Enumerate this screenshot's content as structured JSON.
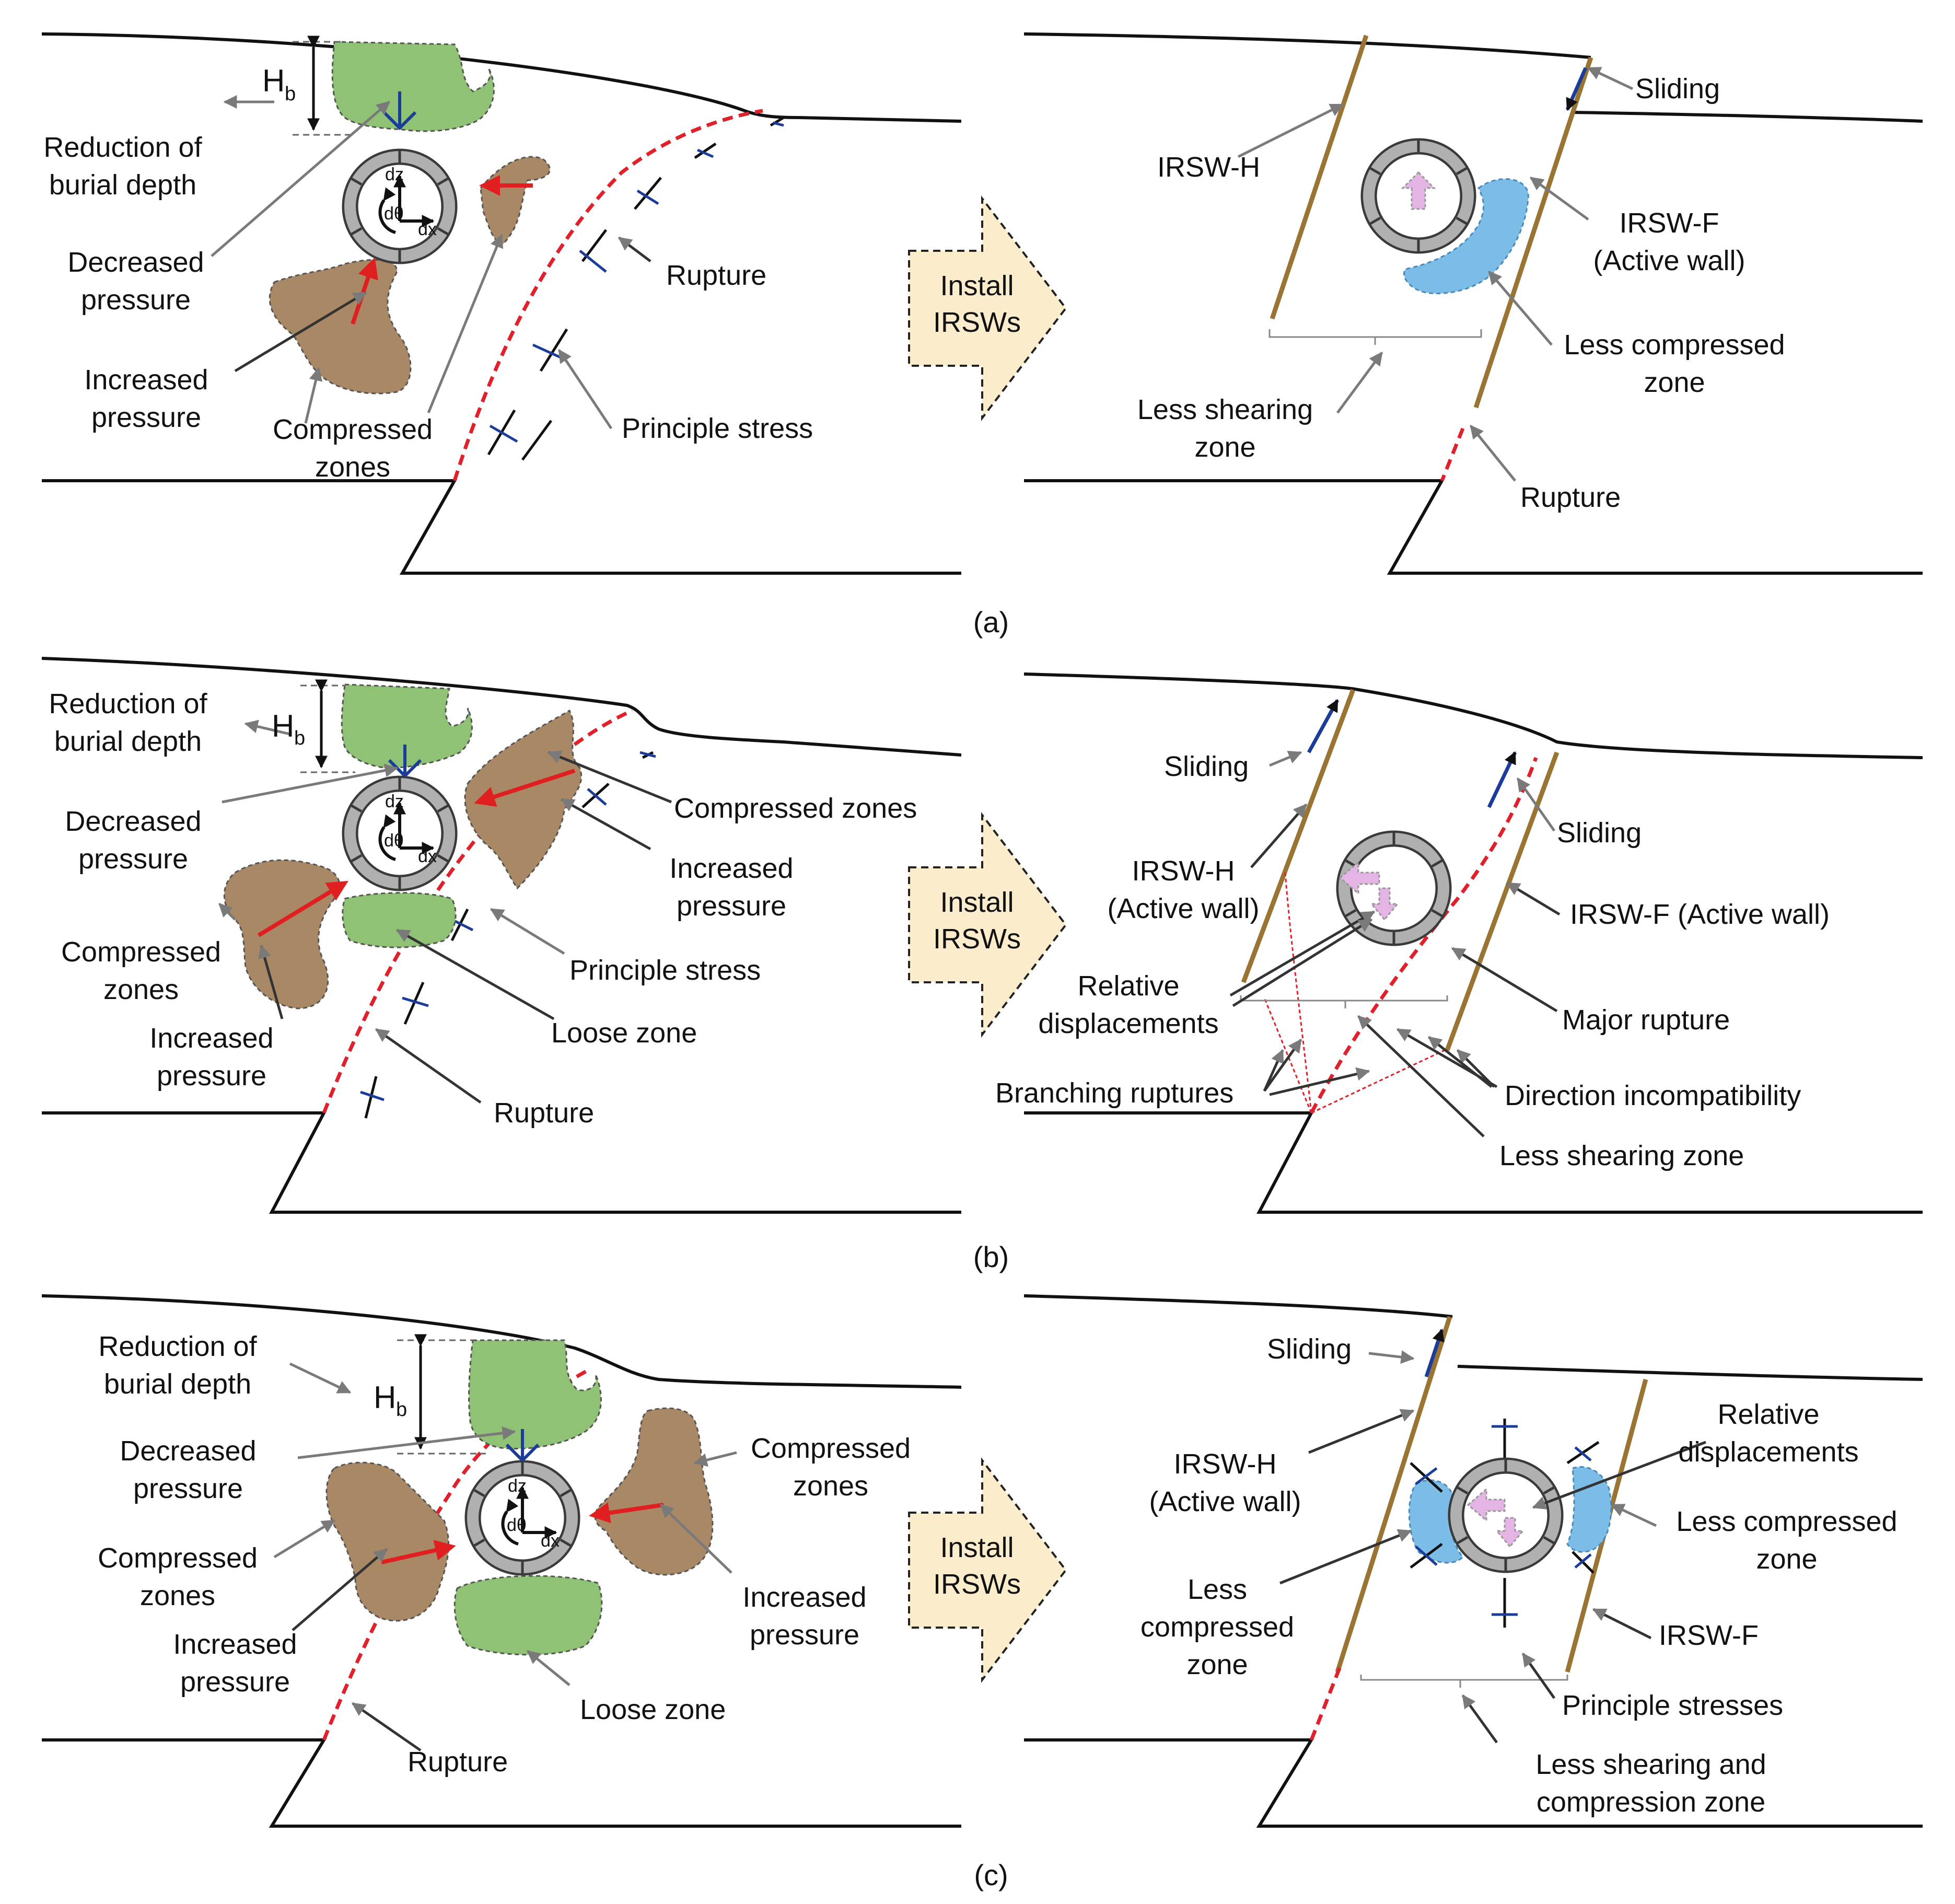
{
  "colors": {
    "rupture": "#e0202a",
    "wall": "#9a7432",
    "sliding": "#1c3c9a",
    "compressed": "#a98866",
    "reduced": "#8fc275",
    "less_compressed": "#7cbde8",
    "arrow_fill": "#fbeccb",
    "red_arrow": "#e02020",
    "blue_arrow": "#1c3c9a",
    "displacement": "#e4b4e4",
    "pipe": "#b0b0b0"
  },
  "panels": {
    "a": {
      "caption": "(a)",
      "left": {
        "hb_symbol": "H",
        "hb_subscript": "b",
        "reduction_line1": "Reduction of",
        "reduction_line2": "burial depth",
        "decreased_line1": "Decreased",
        "decreased_line2": "pressure",
        "increased_line1": "Increased",
        "increased_line2": "pressure",
        "compressed_line1": "Compressed",
        "compressed_line2": "zones",
        "rupture": "Rupture",
        "principle_stress": "Principle stress"
      },
      "arrow": {
        "line1": "Install",
        "line2": "IRSWs"
      },
      "right": {
        "sliding": "Sliding",
        "irsw_h": "IRSW-H",
        "irsw_f_line1": "IRSW-F",
        "irsw_f_line2": "(Active wall)",
        "less_compressed_line1": "Less compressed",
        "less_compressed_line2": "zone",
        "less_shearing_line1": "Less shearing",
        "less_shearing_line2": "zone",
        "rupture": "Rupture"
      }
    },
    "b": {
      "caption": "(b)",
      "left": {
        "hb_symbol": "H",
        "hb_subscript": "b",
        "reduction_line1": "Reduction of",
        "reduction_line2": "burial depth",
        "decreased_line1": "Decreased",
        "decreased_line2": "pressure",
        "compressed_zones": "Compressed zones",
        "increased_r_line1": "Increased",
        "increased_r_line2": "pressure",
        "compressed_l_line1": "Compressed",
        "compressed_l_line2": "zones",
        "principle_stress": "Principle stress",
        "increased_l_line1": "Increased",
        "increased_l_line2": "pressure",
        "loose_zone": "Loose zone",
        "rupture": "Rupture"
      },
      "arrow": {
        "line1": "Install",
        "line2": "IRSWs"
      },
      "right": {
        "sliding_left": "Sliding",
        "sliding_right": "Sliding",
        "irsw_h_line1": "IRSW-H",
        "irsw_h_line2": "(Active wall)",
        "irsw_f": "IRSW-F (Active wall)",
        "relative_line1": "Relative",
        "relative_line2": "displacements",
        "major_rupture": "Major rupture",
        "branching": "Branching ruptures",
        "direction": "Direction incompatibility",
        "less_shearing": "Less shearing zone"
      }
    },
    "c": {
      "caption": "(c)",
      "left": {
        "hb_symbol": "H",
        "hb_subscript": "b",
        "reduction_line1": "Reduction of",
        "reduction_line2": "burial depth",
        "decreased_line1": "Decreased",
        "decreased_line2": "pressure",
        "compressed_r_line1": "Compressed",
        "compressed_r_line2": "zones",
        "compressed_l_line1": "Compressed",
        "compressed_l_line2": "zones",
        "increased_r_line1": "Increased",
        "increased_r_line2": "pressure",
        "increased_l_line1": "Increased",
        "increased_l_line2": "pressure",
        "loose_zone": "Loose zone",
        "rupture": "Rupture"
      },
      "arrow": {
        "line1": "Install",
        "line2": "IRSWs"
      },
      "right": {
        "sliding": "Sliding",
        "irsw_h_line1": "IRSW-H",
        "irsw_h_line2": "(Active wall)",
        "relative_line1": "Relative",
        "relative_line2": "displacements",
        "less_compressed_r_line1": "Less compressed",
        "less_compressed_r_line2": "zone",
        "less_compressed_l_line1": "Less",
        "less_compressed_l_line2": "compressed",
        "less_compressed_l_line3": "zone",
        "irsw_f": "IRSW-F",
        "principle_stresses": "Principle stresses",
        "less_shear_comp_line1": "Less shearing and",
        "less_shear_comp_line2": "compression zone"
      }
    }
  },
  "axes": {
    "dz": "dz",
    "dx": "dx",
    "dtheta": "dθ"
  }
}
